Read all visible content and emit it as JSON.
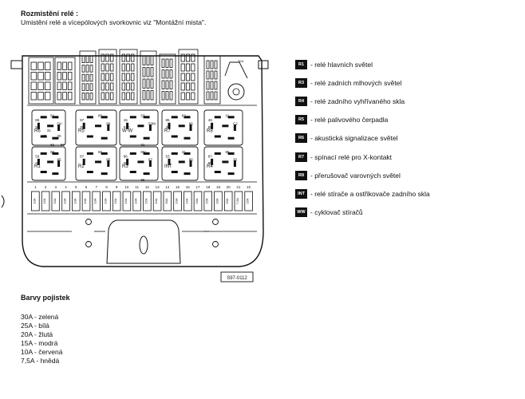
{
  "heading": "Rozmistění relé :",
  "subheading": "Umistění relé a vícepólových svorkovnic viz \"Montážní mista\".",
  "diagram": {
    "code": "S97-0112",
    "top_label": "30A",
    "relays": [
      {
        "label": "R6",
        "pins": [
          "85",
          "51",
          "DV",
          "86",
          "81",
          "30",
          "15",
          "31",
          "86"
        ]
      },
      {
        "label": "R5",
        "pins": [
          "87",
          "85",
          "86",
          "30"
        ]
      },
      {
        "label": "W-W",
        "pins": [
          "15",
          "53",
          "53M",
          "53C",
          "31"
        ]
      },
      {
        "label": "R7",
        "pins": [
          "85",
          "87",
          "86",
          "30"
        ]
      },
      {
        "label": "R8",
        "pins": [
          "49",
          "31",
          "C2",
          "85"
        ]
      },
      {
        "label": "R1",
        "pins": [
          "50",
          "86",
          "85",
          "30"
        ]
      },
      {
        "label": "R2",
        "pins": [
          "87",
          "86",
          "85"
        ]
      },
      {
        "label": "R3",
        "pins": [
          "86",
          "86c",
          "87",
          "30",
          "85"
        ]
      },
      {
        "label": "INT",
        "pins": [
          "53",
          "31",
          "86"
        ]
      },
      {
        "label": "R4",
        "pins": [
          "87",
          "86",
          "30",
          "85"
        ]
      }
    ],
    "fuse_numbers": [
      "1",
      "2",
      "3",
      "4",
      "5",
      "6",
      "7",
      "8",
      "9",
      "10",
      "11",
      "12",
      "13",
      "14",
      "15",
      "16",
      "17",
      "18",
      "19",
      "20",
      "21",
      "22"
    ],
    "fuse_ratings": [
      "10A",
      "15A",
      "20A",
      "10A",
      "10A",
      "10A",
      "10A",
      "10A",
      "15A",
      "15A",
      "10A",
      "15A",
      "10A",
      "30A",
      "10A",
      "15A",
      "20A",
      "15A",
      "20A",
      "20A",
      "7,5A",
      "15A"
    ]
  },
  "legend": [
    {
      "code": "R1",
      "text": "- relé hlavních světel"
    },
    {
      "code": "R3",
      "text": "- relé zadních mlhových světel"
    },
    {
      "code": "R4",
      "text": "- relé zadního vyhřívaného skla"
    },
    {
      "code": "R5",
      "text": "- relé palivového čerpadla"
    },
    {
      "code": "R6",
      "text": "- akustická signalizace světel"
    },
    {
      "code": "R7",
      "text": "- spínací relé pro X-kontakt"
    },
    {
      "code": "R8",
      "text": "- přerušovač varovných světel"
    },
    {
      "code": "INT",
      "text": "- relé stírače a ostřikovače zadního skla"
    },
    {
      "code": "WW",
      "text": "- cyklovač stíračů"
    }
  ],
  "fuse_colors_title": "Barvy pojistek",
  "fuse_colors": [
    "30A  - zelená",
    "25A  - bílá",
    "20A  - žlutá",
    "15A  - modrá",
    "10A  - červená",
    "7,5A - hnědá"
  ]
}
